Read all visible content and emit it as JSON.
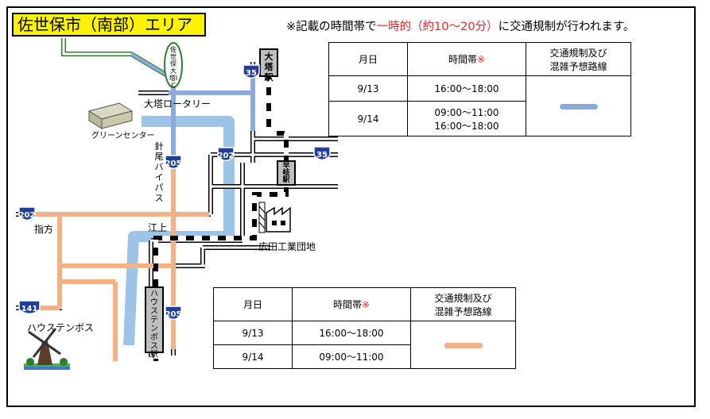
{
  "title": "佐世保市（南部）エリア",
  "notice": {
    "prefix": "※記載の時間帯で",
    "highlight": "一時的（約10〜20分）",
    "suffix": "に交通規制が行われます。"
  },
  "colors": {
    "blue_route": "#8ea9db",
    "orange_route": "#f4b183",
    "highlight": "#fff200",
    "red": "#e8262b"
  },
  "map_labels": {
    "sasebo_ohto_ic": "佐世保大塔IC",
    "ohto_rotary": "大塔ロータリー",
    "green_center": "グリーンセンター",
    "hario_bypass": "針尾バイパス",
    "egami": "江上",
    "sashikata": "指方",
    "hiroda_industrial": "広田工業団地",
    "huis_ten_bosch": "ハウステンボス",
    "ohto_station": "大塔駅",
    "haiki_station": "早岐駅",
    "htb_station": "ハウステンボス駅"
  },
  "route_numbers": {
    "r35_a": "35",
    "r35_b": "35",
    "r202_a": "202",
    "r202_b": "202",
    "r205_a": "205",
    "r205_b": "205",
    "r141": "141"
  },
  "table_top": {
    "headers": {
      "month_day": "月日",
      "time_band": "時間帯",
      "mark": "※",
      "legend": "交通規制及び\n混雑予想路線"
    },
    "rows": [
      {
        "date": "9/13",
        "time": "16:00〜18:00"
      },
      {
        "date": "9/14",
        "time": "09:00〜11:00\n16:00〜18:00"
      }
    ],
    "legend_color": "#8ea9db"
  },
  "table_bottom": {
    "headers": {
      "month_day": "月日",
      "time_band": "時間帯",
      "mark": "※",
      "legend": "交通規制及び\n混雑予想路線"
    },
    "rows": [
      {
        "date": "9/13",
        "time": "16:00〜18:00"
      },
      {
        "date": "9/14",
        "time": "09:00〜11:00"
      }
    ],
    "legend_color": "#f4b183"
  }
}
